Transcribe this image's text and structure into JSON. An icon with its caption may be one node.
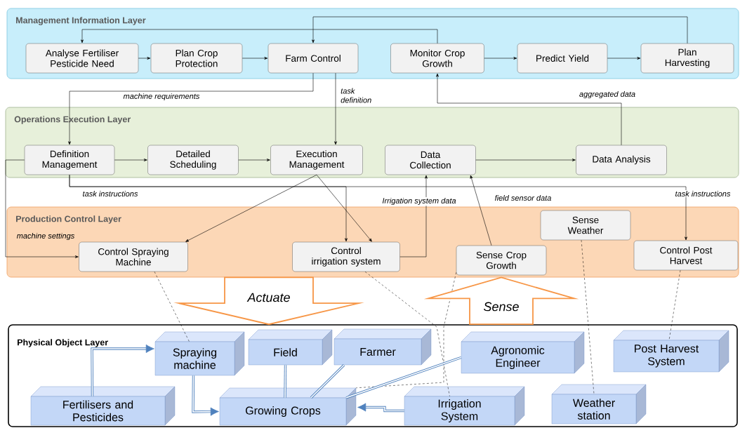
{
  "diagram": {
    "nodes": [
      {
        "text": [
          "Management Information Layer"
        ]
      },
      {
        "text": [
          "Analyse Fertiliser Pesticide Need"
        ],
        "in": 0
      },
      {
        "text": [
          "Plan Crop Protection"
        ],
        "in": 0
      },
      {
        "text": [
          "Farm Control"
        ],
        "in": 0
      },
      {
        "text": [
          "Monitor Crop Growth"
        ],
        "in": 0
      },
      {
        "text": [
          "Predict Yield"
        ],
        "in": 0
      },
      {
        "text": [
          "Plan Harvesting"
        ],
        "in": 0
      },
      {
        "text": [
          "Operations Execution Layer"
        ]
      },
      {
        "text": [
          "Definition Management"
        ],
        "in": 7
      },
      {
        "text": [
          "Detailed Scheduling"
        ],
        "in": 7
      },
      {
        "text": [
          "Execution Management"
        ],
        "in": 7
      },
      {
        "text": [
          "Data Collection"
        ],
        "in": 7
      },
      {
        "text": [
          "Data Analysis"
        ],
        "in": 7
      },
      {
        "text": [
          "Production Control Layer"
        ]
      },
      {
        "text": [
          "Control Spraying Machine"
        ],
        "in": 13
      },
      {
        "text": [
          "Control irrigation system"
        ],
        "in": 13
      },
      {
        "text": [
          "Sense Crop Growth"
        ],
        "in": 13
      },
      {
        "text": [
          "Sense Weather"
        ],
        "in": 13
      },
      {
        "text": [
          "Control Post Harvest"
        ],
        "in": 13
      },
      {
        "text": [
          "Physical Object Layer"
        ]
      },
      {
        "text": [
          "Spraying machine"
        ],
        "in": 19
      },
      {
        "text": [
          "Field"
        ],
        "in": 19
      },
      {
        "text": [
          "Farmer"
        ],
        "in": 19
      },
      {
        "text": [
          "Agronomic Engineer"
        ],
        "in": 19
      },
      {
        "text": [
          "Post Harvest System"
        ],
        "in": 19
      },
      {
        "text": [
          "Fertilisers and Pesticides"
        ],
        "in": 19
      },
      {
        "text": [
          "Growing Crops"
        ],
        "in": 19
      },
      {
        "text": [
          "Irrigation System"
        ],
        "in": 19
      },
      {
        "text": [
          "Weather station"
        ],
        "in": 19
      }
    ],
    "edges": [
      {
        "from": 1,
        "to": 2,
        "arrow": "to"
      },
      {
        "from": 2,
        "to": 3,
        "arrow": "to"
      },
      {
        "from": 4,
        "to": 5,
        "arrow": "to"
      },
      {
        "from": 5,
        "to": 6,
        "arrow": "to"
      },
      {
        "from": 4,
        "to": 1,
        "arrow": "to"
      },
      {
        "from": 6,
        "to": 3,
        "arrow": "to"
      },
      {
        "from": 3,
        "to": 8,
        "arrow": "to",
        "label": "machine requirements"
      },
      {
        "from": 3,
        "to": 10,
        "arrow": "to",
        "label": "task definition"
      },
      {
        "from": 12,
        "to": 4,
        "arrow": "to",
        "label": "aggregated data"
      },
      {
        "from": 8,
        "to": 9,
        "arrow": "to"
      },
      {
        "from": 9,
        "to": 10,
        "arrow": "to"
      },
      {
        "from": 11,
        "to": 12,
        "arrow": "to"
      },
      {
        "from": 8,
        "to": 14,
        "arrow": "to",
        "label": "machine settings"
      },
      {
        "from": 8,
        "to": 15,
        "arrow": "to",
        "label": "task instructions"
      },
      {
        "from": 8,
        "to": 18,
        "arrow": "to",
        "label": "task instructions"
      },
      {
        "from": 10,
        "to": 14,
        "arrow": "to"
      },
      {
        "from": 10,
        "to": 15,
        "arrow": "to"
      },
      {
        "from": 15,
        "to": 11,
        "arrow": "to",
        "label": "Irrigation system data"
      },
      {
        "from": 16,
        "to": 11,
        "arrow": "to",
        "label": "field sensor data"
      },
      {
        "from": 14,
        "to": 20,
        "arrow": "none",
        "style": "dashed"
      },
      {
        "from": 15,
        "to": 27,
        "arrow": "none",
        "style": "dashed"
      },
      {
        "from": 16,
        "to": 26,
        "arrow": "none",
        "style": "dashed"
      },
      {
        "from": 17,
        "to": 28,
        "arrow": "none",
        "style": "dashed"
      },
      {
        "from": 18,
        "to": 24,
        "arrow": "none",
        "style": "dashed"
      },
      {
        "from": 25,
        "to": 20,
        "arrow": "to",
        "style": "thick",
        "color": "#4f81bd"
      },
      {
        "from": 20,
        "to": 26,
        "arrow": "to",
        "style": "thick",
        "color": "#4f81bd"
      },
      {
        "from": 21,
        "to": 26,
        "arrow": "none",
        "style": "thick",
        "color": "#4f81bd"
      },
      {
        "from": 22,
        "to": 26,
        "arrow": "none",
        "style": "thick",
        "color": "#4f81bd"
      },
      {
        "from": 23,
        "to": 26,
        "arrow": "none",
        "style": "thick",
        "color": "#4f81bd"
      },
      {
        "from": 27,
        "to": 26,
        "arrow": "to",
        "style": "thick",
        "color": "#4f81bd"
      },
      {
        "from": 13,
        "to": 19,
        "arrow": "to",
        "style": "thick",
        "color": "#f79646",
        "label": "Actuate"
      },
      {
        "from": 19,
        "to": 13,
        "arrow": "to",
        "style": "thick",
        "color": "#f79646",
        "label": "Sense"
      }
    ]
  }
}
